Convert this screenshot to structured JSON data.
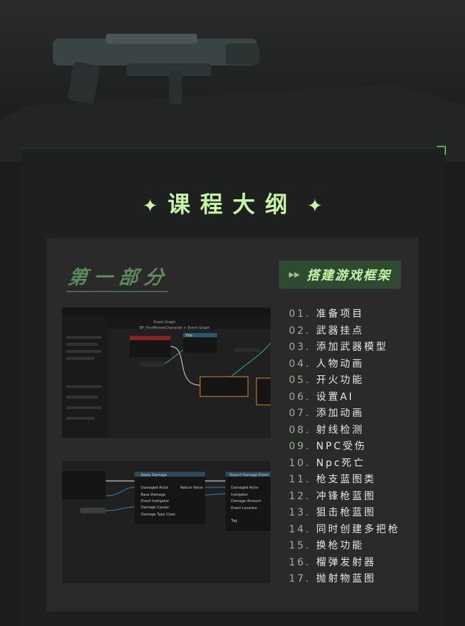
{
  "title": "课程大纲",
  "section": {
    "part_label": "第一部分",
    "tag_label": "搭建游戏框架"
  },
  "screenshot1": {
    "tab": "Event Graph",
    "breadcrumb": "BP_FirstPersonCharacter > Event Graph",
    "node": "Fire"
  },
  "screenshot2": {
    "node1": "Apply Damage",
    "node2": "Report Damage Event",
    "pins1": [
      "Damaged Actor",
      "Base Damage",
      "Event Instigator",
      "Damage Causer",
      "Damage Type Class"
    ],
    "pins2": [
      "Damaged Actor",
      "Instigator",
      "Damage Amount",
      "Event Location",
      "Tag"
    ],
    "return": "Return Value"
  },
  "list": [
    {
      "num": "01.",
      "text": "准备项目"
    },
    {
      "num": "02.",
      "text": "武器挂点"
    },
    {
      "num": "03.",
      "text": "添加武器模型"
    },
    {
      "num": "04.",
      "text": "人物动画"
    },
    {
      "num": "05.",
      "text": "开火功能"
    },
    {
      "num": "06.",
      "text": "设置AI"
    },
    {
      "num": "07.",
      "text": "添加动画"
    },
    {
      "num": "08.",
      "text": "射线检测"
    },
    {
      "num": "09.",
      "text": "NPC受伤"
    },
    {
      "num": "10.",
      "text": "Npc死亡"
    },
    {
      "num": "11.",
      "text": "枪支蓝图类"
    },
    {
      "num": "12.",
      "text": "冲锋枪蓝图"
    },
    {
      "num": "13.",
      "text": "狙击枪蓝图"
    },
    {
      "num": "14.",
      "text": "同时创建多把枪"
    },
    {
      "num": "15.",
      "text": "换枪功能"
    },
    {
      "num": "16.",
      "text": "榴弹发射器"
    },
    {
      "num": "17.",
      "text": "抛射物蓝图"
    }
  ]
}
